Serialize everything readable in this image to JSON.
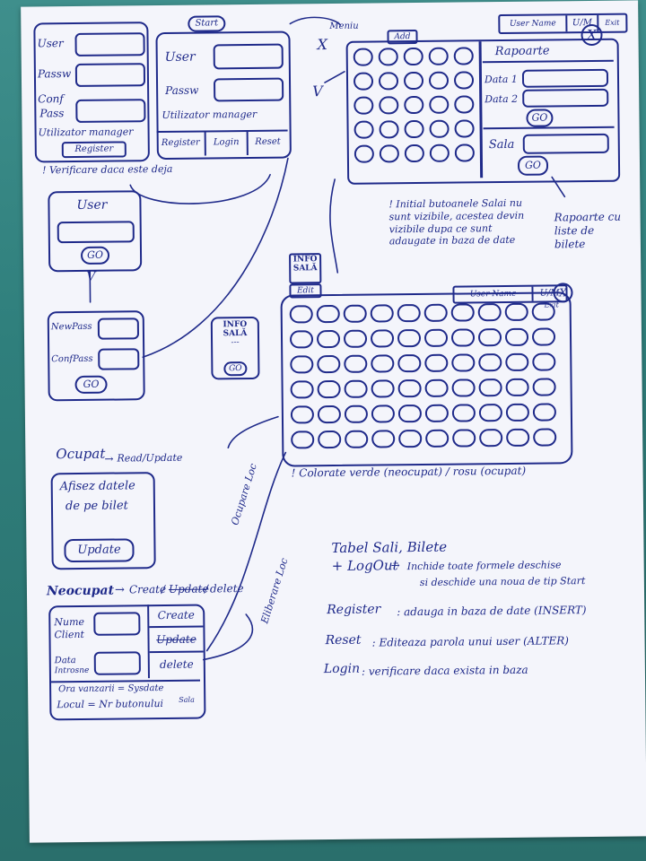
{
  "register_form": {
    "user_label": "User",
    "pass_label": "Passw",
    "conf_label": "Conf",
    "conf_label2": "Pass",
    "manager_option": "Utilizator manager",
    "register_button": "Register",
    "note": "! Verificare daca este deja"
  },
  "start_form": {
    "title_tab": "Start",
    "user_label": "User",
    "pass_label": "Passw",
    "manager_option": "Utilizator manager",
    "register_button": "Register",
    "login_button": "Login",
    "reset_button": "Reset"
  },
  "reset_user": {
    "user_label": "User",
    "go_button": "GO",
    "arrow": "V"
  },
  "new_pass": {
    "newpass_label": "NewPass",
    "confpass_label": "ConfPass",
    "go_button": "GO"
  },
  "manager_window": {
    "menu_label": "Meniu",
    "cross_mark": "X",
    "check_mark": "V",
    "add_tab": "Add",
    "user_name_tab": "User Name",
    "um_tab": "U/M",
    "exit_tab": "Exit",
    "close_mark": "X",
    "report_title": "Rapoarte",
    "data1_label": "Data 1",
    "data2_label": "Data 2",
    "go_button_1": "GO",
    "sala_label": "Sala",
    "go_button_2": "GO"
  },
  "notes_top": {
    "buttons_note": "! Initial butoanele Salai nu sunt vizibile, acestea devin vizibile dupa ce sunt adaugate in baza de date",
    "reports_note": "Rapoarte cu liste de bilete"
  },
  "hall_window": {
    "info_tab_1": "INFO",
    "info_tab_2": "SALĂ",
    "edit_tab": "Edit",
    "user_name_tab": "User Name",
    "um_tab": "U/M",
    "exit_tab": "Exit",
    "close_mark": "X",
    "side_info_1": "INFO",
    "side_info_2": "SALĂ",
    "side_dash": "---",
    "side_go": "GO",
    "color_note": "! Colorate verde (neocupat) / rosu (ocupat)"
  },
  "ocupat": {
    "heading": "Ocupat",
    "action": "Read/Update",
    "body_line1": "Afisez datele",
    "body_line2": "de pe bilet",
    "update_button": "Update",
    "side_label": "Ocupare Loc"
  },
  "neocupat": {
    "heading": "Neocupat",
    "action_create": "Create",
    "action_update": "Update",
    "action_delete": "delete",
    "nume_label_1": "Nume",
    "nume_label_2": "Client",
    "data_label_1": "Data",
    "data_label_2": "Introsne",
    "create_button": "Create",
    "update_button": "Update",
    "delete_button": "delete",
    "footer_1": "Ora vanzarii = Sysdate",
    "footer_2": "Locul = Nr butonului",
    "footer_sala": "Sala",
    "side_label": "Eliberare Loc"
  },
  "legend": {
    "tables": "Tabel Sali, Bilete",
    "logout": "+ LogOut",
    "logout_desc_1": "Inchide toate formele deschise",
    "logout_desc_2": "si deschide una noua de tip Start",
    "register": "Register",
    "register_desc": ": adauga in baza de date (INSERT)",
    "reset": "Reset",
    "reset_desc": ": Editeaza parola unui user (ALTER)",
    "login": "Login",
    "login_desc": ": verificare daca exista in baza"
  },
  "colors": {
    "ink": "#1f2a8a",
    "paper": "#f4f5fb",
    "background": "#2f7f7c"
  }
}
